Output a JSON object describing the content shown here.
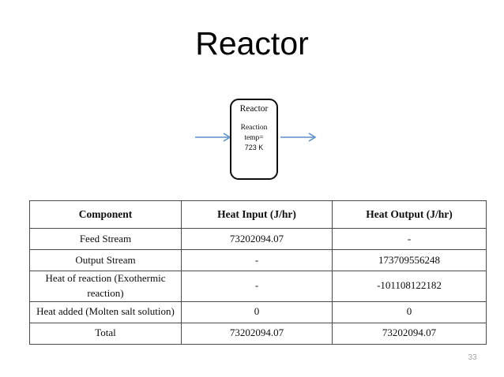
{
  "slide": {
    "title": "Reactor",
    "page_number": "33"
  },
  "diagram": {
    "box": {
      "title": "Reactor",
      "subtitle": "Reaction\ntemp=",
      "temperature": "723 K"
    },
    "arrow_color": "#5b8fc7",
    "inlet_arrow": "inlet-stream-arrow",
    "outlet_arrow": "outlet-stream-arrow"
  },
  "table": {
    "headers": [
      "Component",
      "Heat Input (J/hr)",
      "Heat Output (J/hr)"
    ],
    "rows": [
      {
        "component": "Feed Stream",
        "heat_input": "73202094.07",
        "heat_output": "-"
      },
      {
        "component": "Output Stream",
        "heat_input": "-",
        "heat_output": "173709556248"
      },
      {
        "component": "Heat of  reaction (Exothermic\nreaction)",
        "heat_input": "-",
        "heat_output": "-101108122182"
      },
      {
        "component": "Heat added (Molten salt solution)",
        "heat_input": "0",
        "heat_output": "0"
      }
    ],
    "total_row": {
      "component": "Total",
      "heat_input": "73202094.07",
      "heat_output": "73202094.07"
    }
  }
}
